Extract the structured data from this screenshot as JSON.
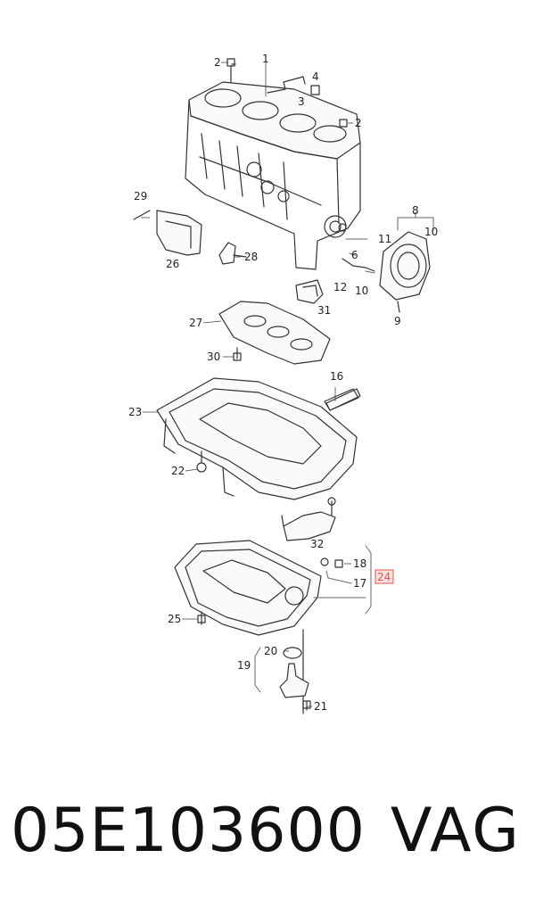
{
  "diagram": {
    "callouts": {
      "c1": "1",
      "c2a": "2",
      "c2b": "2",
      "c3": "3",
      "c4": "4",
      "c6": "6",
      "c8": "8",
      "c9": "9",
      "c10a": "10",
      "c10b": "10",
      "c11": "11",
      "c12": "12",
      "c16": "16",
      "c17": "17",
      "c18": "18",
      "c19": "19",
      "c20": "20",
      "c21": "21",
      "c22": "22",
      "c23": "23",
      "c24": "24",
      "c25": "25",
      "c26": "26",
      "c27": "27",
      "c28": "28",
      "c29": "29",
      "c30": "30",
      "c31": "31",
      "c32": "32"
    }
  },
  "footer": {
    "part_number": "05E103600",
    "brand": "VAG"
  }
}
